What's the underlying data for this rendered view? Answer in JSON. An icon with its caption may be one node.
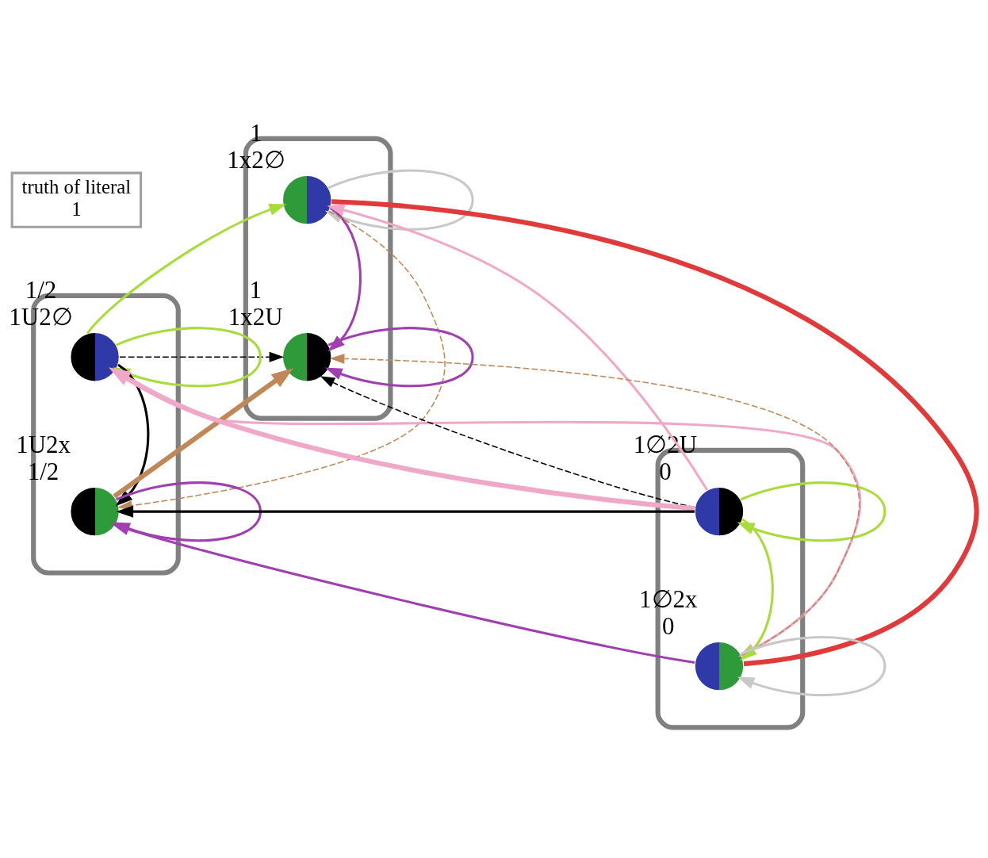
{
  "diagram": {
    "nodes": [
      {
        "text": [
          "truth of literal",
          "1"
        ]
      },
      {
        "text": [],
        "shape": "cloud"
      },
      {
        "text": [],
        "shape": "circle",
        "in": 1,
        "beside": [
          "1",
          "1x2∅"
        ]
      },
      {
        "text": [],
        "shape": "circle",
        "in": 1,
        "beside": [
          "1",
          "1x2U"
        ]
      },
      {
        "text": [],
        "shape": "cloud"
      },
      {
        "text": [],
        "shape": "circle",
        "in": 4,
        "beside": [
          "1/2",
          "1U2∅"
        ]
      },
      {
        "text": [],
        "shape": "circle",
        "in": 4,
        "beside": [
          "1U2x",
          "1/2"
        ]
      },
      {
        "text": [],
        "shape": "cloud"
      },
      {
        "text": [],
        "shape": "circle",
        "in": 7,
        "beside": [
          "1∅2U",
          "0"
        ]
      },
      {
        "text": [],
        "shape": "circle",
        "in": 7,
        "beside": [
          "1∅2x",
          "0"
        ]
      }
    ],
    "edges": [
      {
        "from": 5,
        "to": 3,
        "arrow": "to",
        "style": "dashed"
      },
      {
        "from": 8,
        "to": 3,
        "arrow": "to",
        "style": "dashed"
      },
      {
        "from": 5,
        "to": 6,
        "arrow": "to"
      },
      {
        "from": 8,
        "to": 6,
        "arrow": "to"
      },
      {
        "from": 2,
        "to": 9,
        "arrow": "none",
        "style": "thick",
        "color": "#e03a3a"
      },
      {
        "from": 2,
        "to": 3,
        "arrow": "to",
        "color": "#a040b0"
      },
      {
        "from": 3,
        "to": 3,
        "arrow": "to",
        "color": "#a040b0"
      },
      {
        "from": 9,
        "to": 6,
        "arrow": "to",
        "color": "#a040b0"
      },
      {
        "from": 6,
        "to": 6,
        "arrow": "to",
        "color": "#a040b0"
      },
      {
        "from": 5,
        "to": 5,
        "arrow": "to",
        "color": "#a8dc3c"
      },
      {
        "from": 5,
        "to": 2,
        "arrow": "to",
        "color": "#a8dc3c"
      },
      {
        "from": 8,
        "to": 8,
        "arrow": "to",
        "color": "#a8dc3c"
      },
      {
        "from": 8,
        "to": 9,
        "arrow": "to",
        "color": "#a8dc3c"
      },
      {
        "from": 2,
        "to": 2,
        "arrow": "to",
        "color": "#c8c8c8"
      },
      {
        "from": 9,
        "to": 9,
        "arrow": "to",
        "color": "#c8c8c8"
      },
      {
        "from": 6,
        "to": 3,
        "arrow": "to",
        "style": "thick",
        "color": "#c08858"
      },
      {
        "from": 2,
        "to": 6,
        "arrow": "to",
        "style": "dashed",
        "color": "#c08858"
      },
      {
        "from": 9,
        "to": 3,
        "arrow": "to",
        "style": "dashed",
        "color": "#c08858"
      },
      {
        "from": 8,
        "to": 5,
        "arrow": "to",
        "style": "thick",
        "color": "#f0a8c8"
      },
      {
        "from": 8,
        "to": 2,
        "arrow": "to",
        "color": "#f0a8c8"
      },
      {
        "from": 5,
        "to": 9,
        "arrow": "to",
        "color": "#f0a8c8"
      }
    ]
  }
}
